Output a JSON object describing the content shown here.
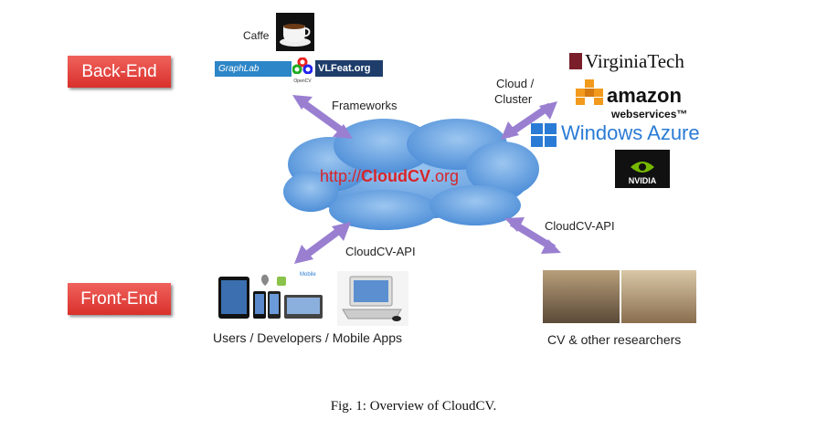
{
  "labels": {
    "backend": "Back-End",
    "frontend": "Front-End"
  },
  "cloud": {
    "prefix": "http://",
    "brand": "CloudCV",
    "suffix": ".org",
    "colors": {
      "fill": "#6ea6e4",
      "text": "#d8252a"
    }
  },
  "edges": {
    "frameworks": "Frameworks",
    "cloud_cluster_line1": "Cloud /",
    "cloud_cluster_line2": "Cluster",
    "api_right": "CloudCV-API",
    "api_left": "CloudCV-API"
  },
  "frameworks": {
    "caffe": "Caffe",
    "graphlab": "GraphLab",
    "opencv": "OpenCV",
    "vlfeat": "VLFeat.org"
  },
  "providers": {
    "virginia_tech": "VirginiaTech",
    "amazon": "amazon",
    "aws": "webservices™",
    "azure": "Windows Azure",
    "nvidia": "NVIDIA"
  },
  "frontend": {
    "users": "Users / Developers / Mobile Apps",
    "researchers": "CV & other researchers",
    "windows_mobile": "Mobile"
  },
  "caption": "Fig. 1: Overview of CloudCV.",
  "arrow_color": "#9a7fd1"
}
